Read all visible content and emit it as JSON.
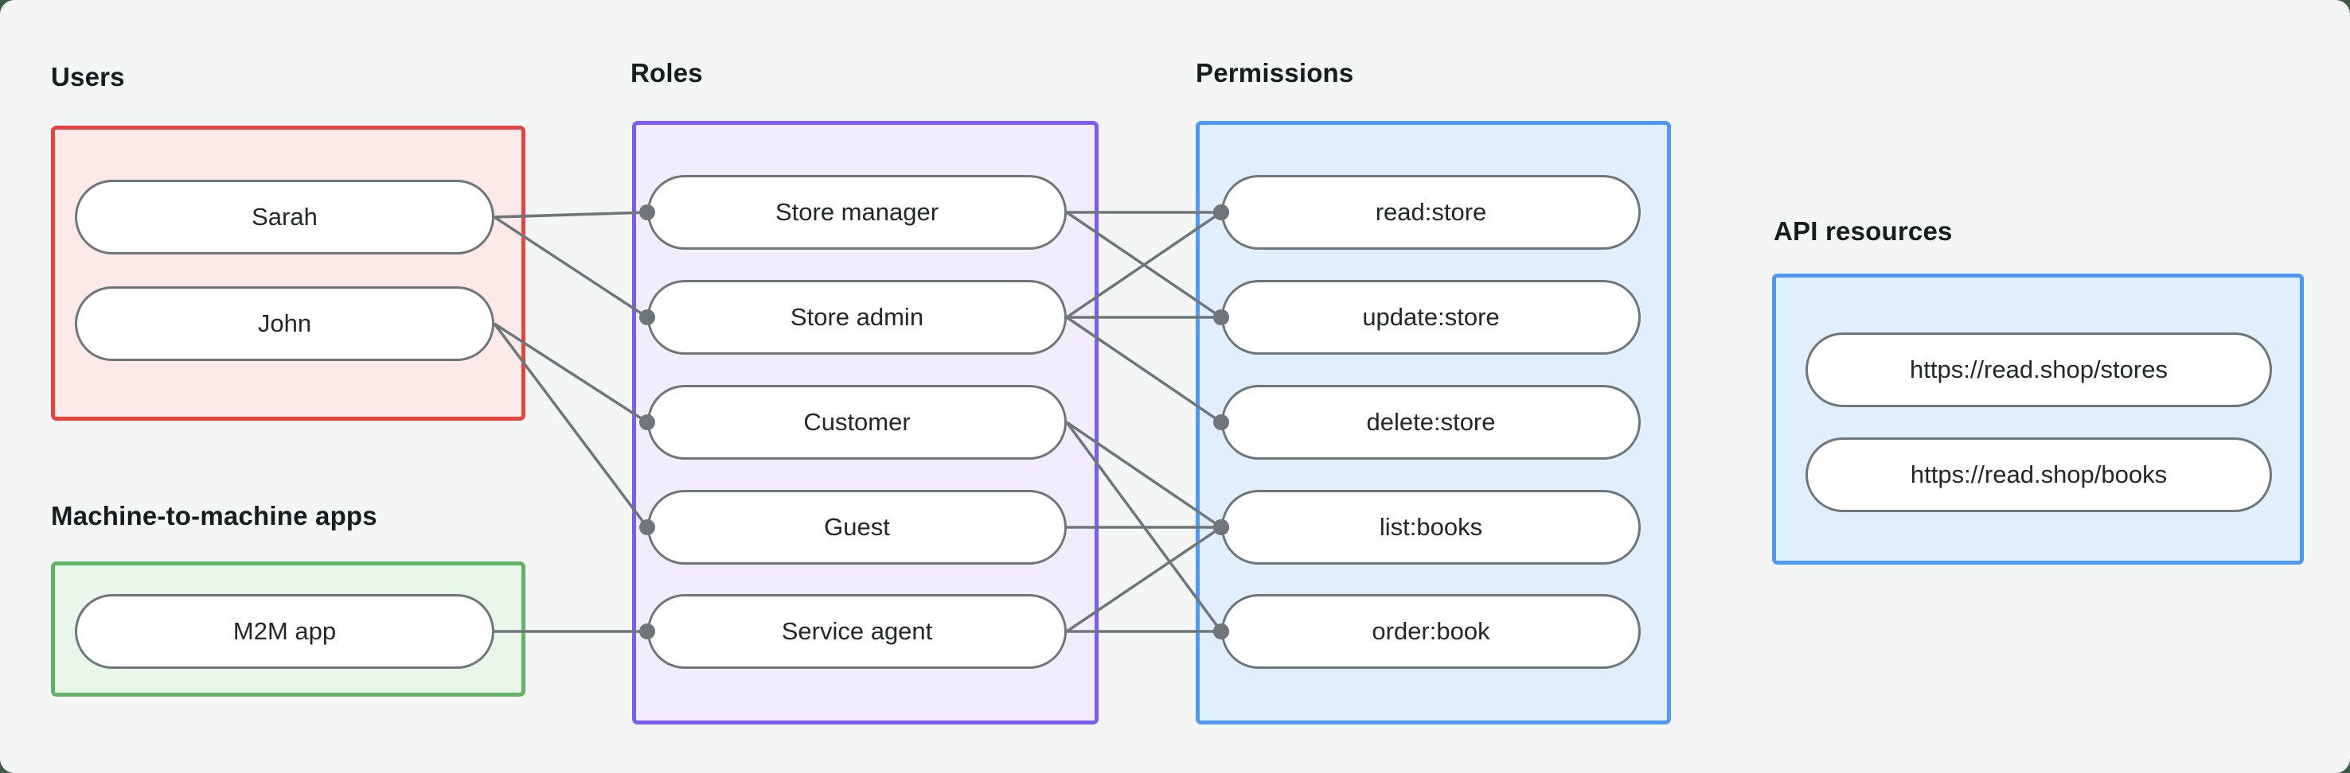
{
  "diagram": {
    "groups": [
      {
        "id": "users",
        "label": "Users",
        "theme": "red",
        "nodes": [
          {
            "id": "sarah",
            "label": "Sarah"
          },
          {
            "id": "john",
            "label": "John"
          }
        ]
      },
      {
        "id": "m2m_apps",
        "label": "Machine-to-machine apps",
        "theme": "green",
        "nodes": [
          {
            "id": "m2m_app",
            "label": "M2M app"
          }
        ]
      },
      {
        "id": "roles",
        "label": "Roles",
        "theme": "purple",
        "nodes": [
          {
            "id": "store_manager",
            "label": "Store manager"
          },
          {
            "id": "store_admin",
            "label": "Store admin"
          },
          {
            "id": "customer",
            "label": "Customer"
          },
          {
            "id": "guest",
            "label": "Guest"
          },
          {
            "id": "service_agent",
            "label": "Service agent"
          }
        ]
      },
      {
        "id": "permissions",
        "label": "Permissions",
        "theme": "blue",
        "nodes": [
          {
            "id": "read_store",
            "label": "read:store"
          },
          {
            "id": "update_store",
            "label": "update:store"
          },
          {
            "id": "delete_store",
            "label": "delete:store"
          },
          {
            "id": "list_books",
            "label": "list:books"
          },
          {
            "id": "order_book",
            "label": "order:book"
          }
        ]
      },
      {
        "id": "api_resources",
        "label": "API resources",
        "theme": "blue",
        "nodes": [
          {
            "id": "api_stores",
            "label": "https://read.shop/stores"
          },
          {
            "id": "api_books",
            "label": "https://read.shop/books"
          }
        ]
      }
    ],
    "edges": [
      {
        "from": "sarah",
        "to": "store_manager"
      },
      {
        "from": "sarah",
        "to": "store_admin"
      },
      {
        "from": "john",
        "to": "customer"
      },
      {
        "from": "john",
        "to": "guest"
      },
      {
        "from": "m2m_app",
        "to": "service_agent"
      },
      {
        "from": "store_manager",
        "to": "read_store"
      },
      {
        "from": "store_manager",
        "to": "update_store"
      },
      {
        "from": "store_admin",
        "to": "read_store"
      },
      {
        "from": "store_admin",
        "to": "update_store"
      },
      {
        "from": "store_admin",
        "to": "delete_store"
      },
      {
        "from": "customer",
        "to": "list_books"
      },
      {
        "from": "customer",
        "to": "order_book"
      },
      {
        "from": "guest",
        "to": "list_books"
      },
      {
        "from": "service_agent",
        "to": "list_books"
      },
      {
        "from": "service_agent",
        "to": "order_book"
      }
    ],
    "colors": {
      "canvas_background": "#f4f6f5",
      "outer_background": "#3d5b47",
      "users_border": "#e8433f",
      "users_fill": "#fdeae8",
      "m2m_border": "#5fb464",
      "m2m_fill": "#e9f6ea",
      "roles_border": "#7c5cf6",
      "roles_fill": "#f2edfd",
      "permissions_border": "#4d98f8",
      "permissions_fill": "#e1eefd",
      "edge_stroke": "#6f767a",
      "node_border": "#6f767a",
      "node_fill": "#ffffff",
      "text": "#22272a"
    }
  }
}
